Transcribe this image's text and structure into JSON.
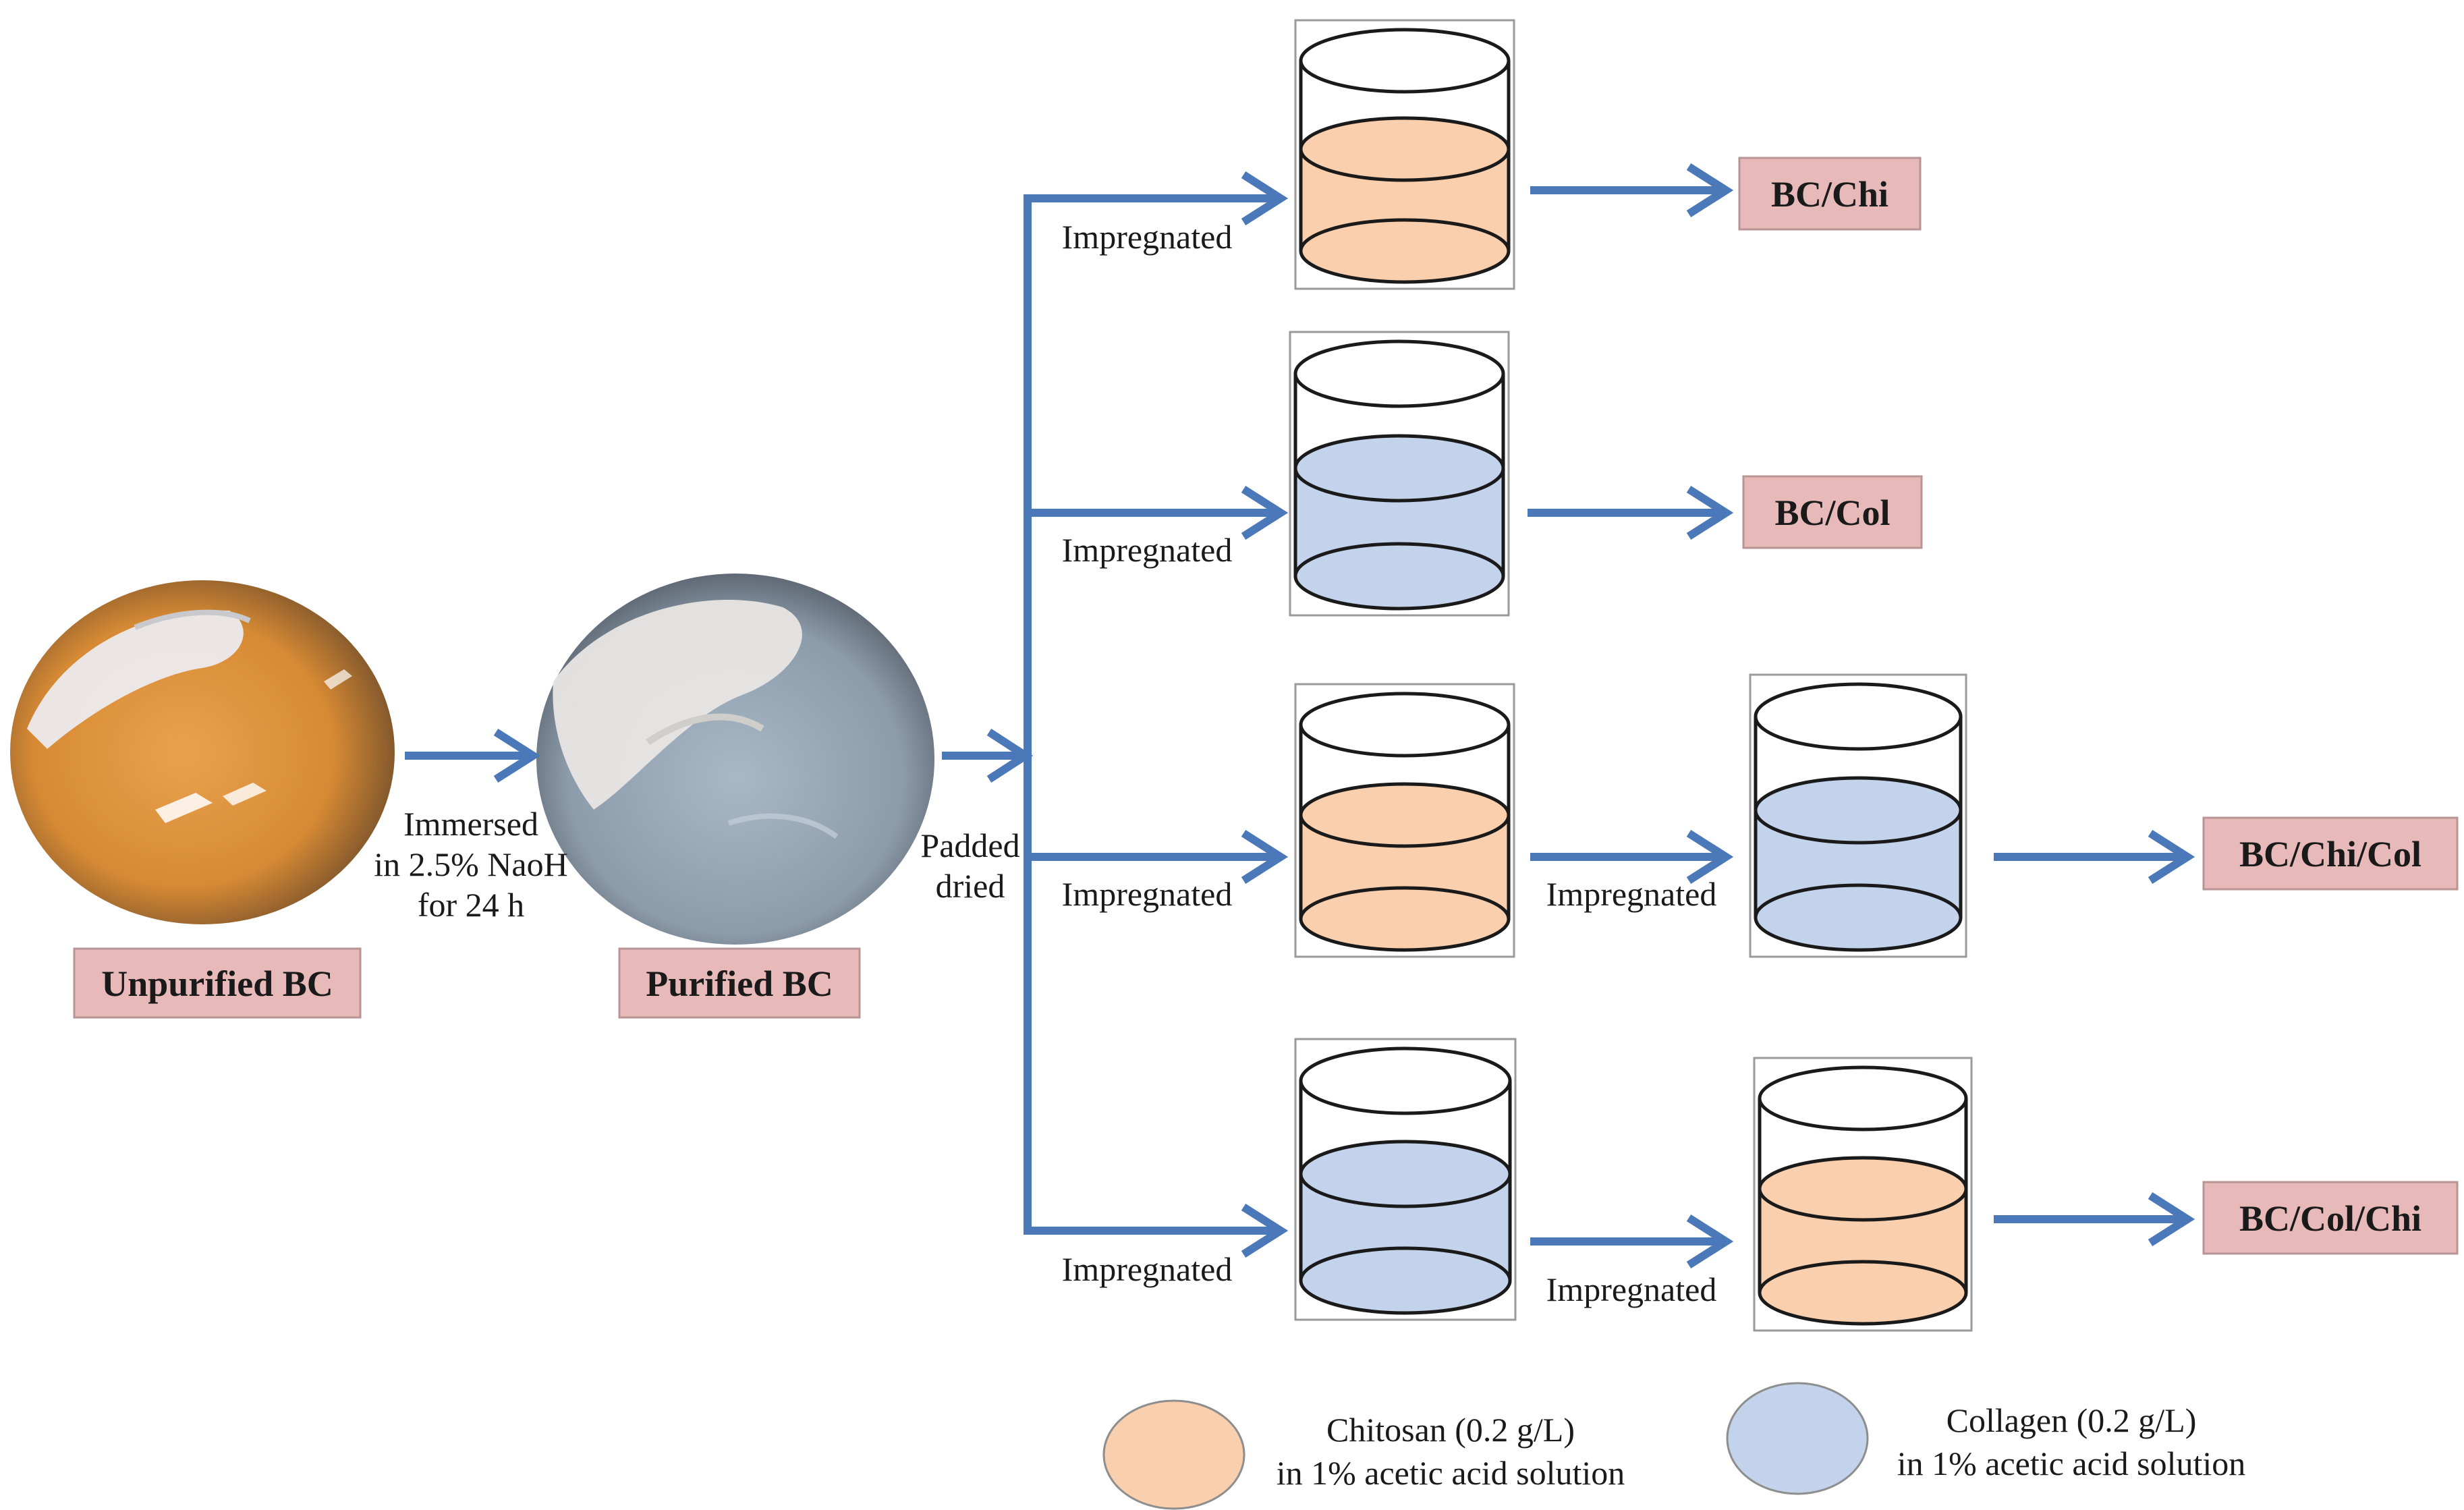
{
  "labels": {
    "unpurified": "Unpurified BC",
    "purified": "Purified BC",
    "immersed_1": "Immersed",
    "immersed_2": "in 2.5% NaoH",
    "immersed_3": "for 24 h",
    "padded_1": "Padded",
    "padded_2": "dried",
    "impregnated": "Impregnated"
  },
  "products": {
    "p1": "BC/Chi",
    "p2": "BC/Col",
    "p3": "BC/Chi/Col",
    "p4": "BC/Col/Chi"
  },
  "legend": {
    "chitosan_1": "Chitosan (0.2 g/L)",
    "chitosan_2": "in 1% acetic acid solution",
    "collagen_1": "Collagen (0.2 g/L)",
    "collagen_2": "in 1% acetic acid solution"
  },
  "colors": {
    "chitosan": "#f9cfae",
    "collagen": "#c4d3ec",
    "product_box": "#e8b9b9",
    "arrow": "#4a78b8"
  }
}
